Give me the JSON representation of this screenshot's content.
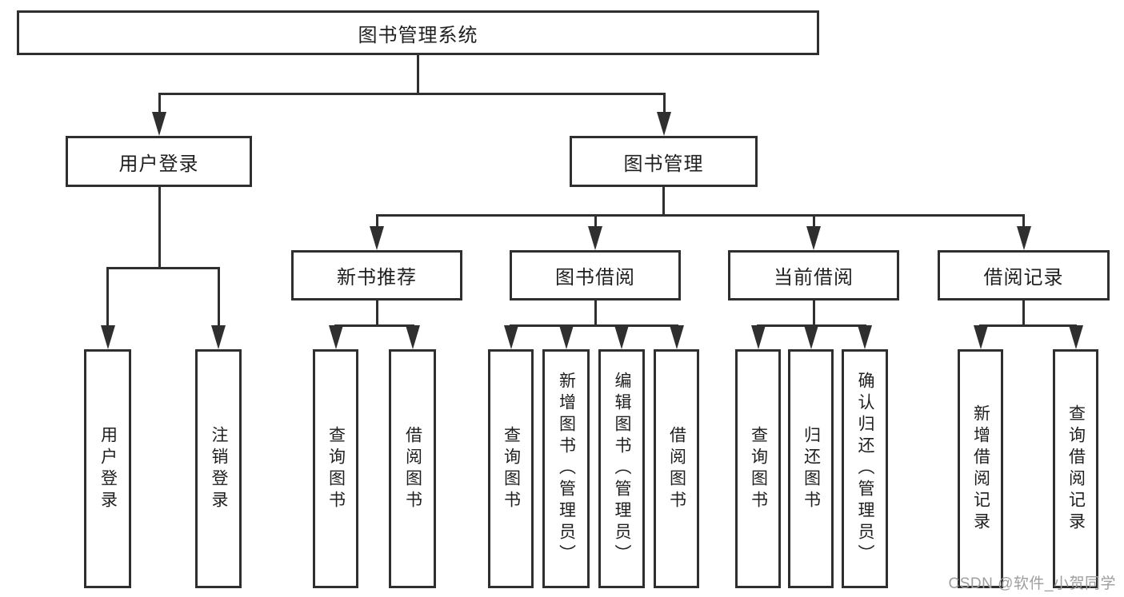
{
  "title": "图书管理系统",
  "level2": [
    {
      "label": "用户登录"
    },
    {
      "label": "图书管理"
    }
  ],
  "level3": [
    {
      "label": "新书推荐",
      "parent": "图书管理"
    },
    {
      "label": "图书借阅",
      "parent": "图书管理"
    },
    {
      "label": "当前借阅",
      "parent": "图书管理"
    },
    {
      "label": "借阅记录",
      "parent": "图书管理"
    }
  ],
  "leaves": [
    {
      "label": "用户登录",
      "group": "用户登录"
    },
    {
      "label": "注销登录",
      "group": "用户登录"
    },
    {
      "label": "查询图书",
      "group": "新书推荐"
    },
    {
      "label": "借阅图书",
      "group": "新书推荐"
    },
    {
      "label": "查询图书",
      "group": "图书借阅"
    },
    {
      "label": "新增图书（管理员）",
      "group": "图书借阅"
    },
    {
      "label": "编辑图书（管理员）",
      "group": "图书借阅"
    },
    {
      "label": "借阅图书",
      "group": "图书借阅"
    },
    {
      "label": "查询图书",
      "group": "当前借阅"
    },
    {
      "label": "归还图书",
      "group": "当前借阅"
    },
    {
      "label": "确认归还（管理员）",
      "group": "当前借阅"
    },
    {
      "label": "新增借阅记录",
      "group": "借阅记录"
    },
    {
      "label": "查询借阅记录",
      "group": "借阅记录"
    }
  ],
  "watermark": {
    "text": "CSDN @软件_小贺同学",
    "color": "#9e9e9e"
  },
  "colors": {
    "line": "#2f2f2f",
    "box_border": "#2f2f2f",
    "box_background": "#ffffff",
    "text": "#1f1f1f",
    "page_background": "#ffffff"
  }
}
